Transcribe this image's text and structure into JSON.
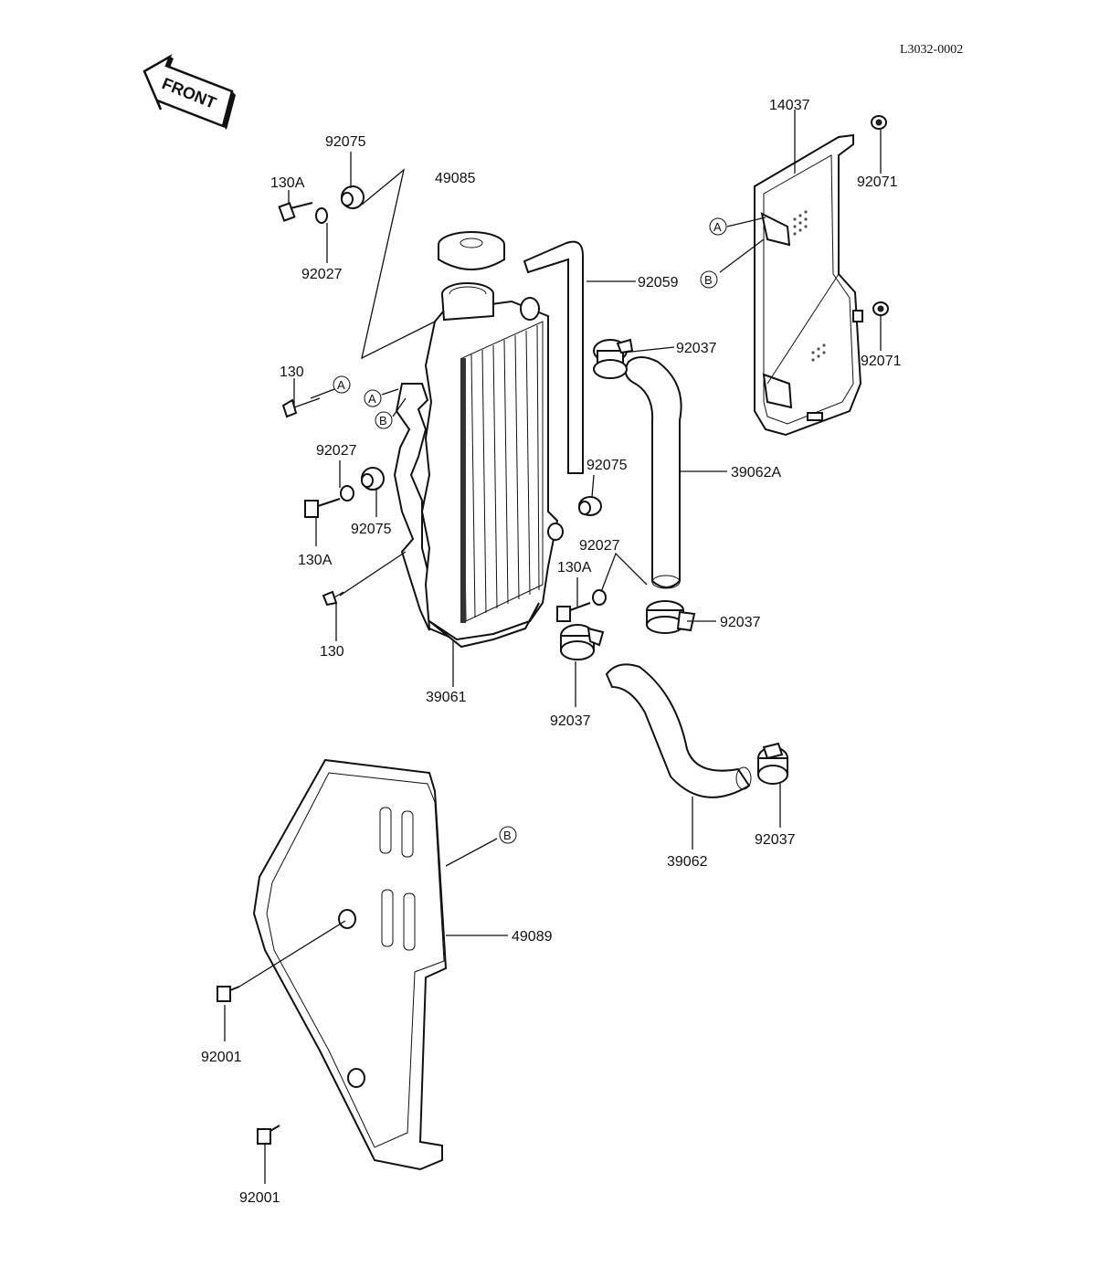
{
  "document": {
    "code": "L3032-0002",
    "front_arrow_label": "FRONT"
  },
  "labels": {
    "p92075_top": "92075",
    "p130A_top": "130A",
    "p92027_top": "92027",
    "p49085": "49085",
    "p92059": "92059",
    "p14037": "14037",
    "p92071_top": "92071",
    "p92071_mid": "92071",
    "p92037_upper": "92037",
    "p130_upper": "130",
    "p92027_mid": "92027",
    "p92075_mid": "92075",
    "p130A_mid": "130A",
    "p92075_right": "92075",
    "p39062A": "39062A",
    "p92027_right": "92027",
    "p130A_right": "130A",
    "p92037_right": "92037",
    "p130_lower": "130",
    "p39061": "39061",
    "p92037_center": "92037",
    "p92037_lower": "92037",
    "p39062": "39062",
    "p49089": "49089",
    "p92001_upper": "92001",
    "p92001_lower": "92001"
  },
  "refs": {
    "A1": "A",
    "B1": "B",
    "A2": "A",
    "B2": "B",
    "A3": "A",
    "B3": "B"
  }
}
